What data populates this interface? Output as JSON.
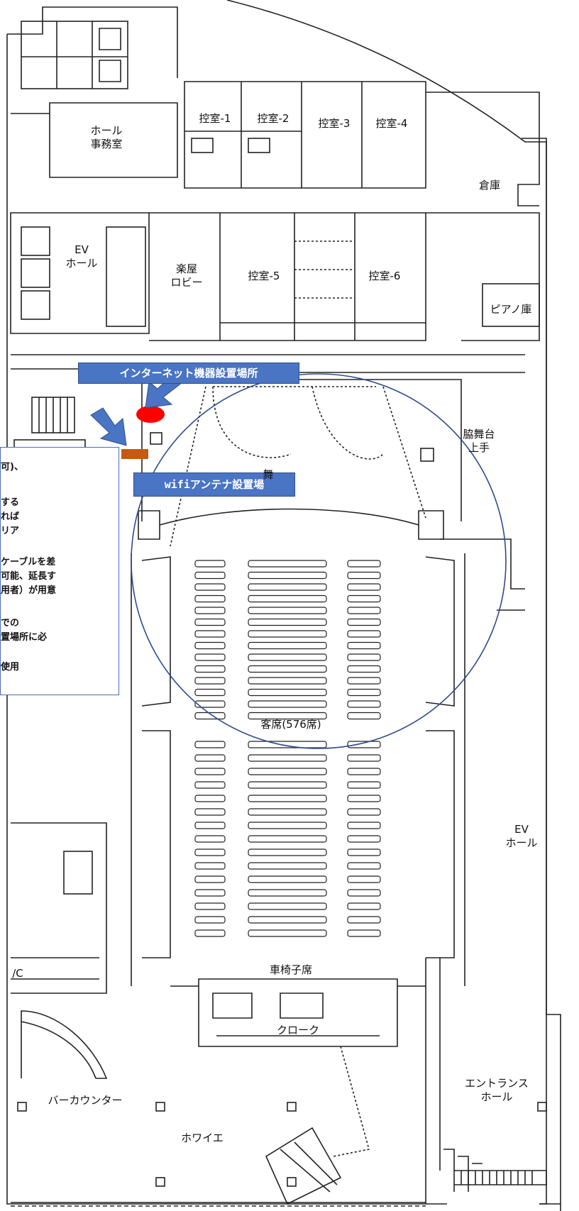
{
  "rooms": {
    "hall_office": "ホール\n事務室",
    "hikae1": "控室-1",
    "hikae2": "控室-2",
    "hikae3": "控室-3",
    "hikae4": "控室-4",
    "soko": "倉庫",
    "ev_hall_left": "EV\nホール",
    "gakuya_lobby": "楽屋\nロビー",
    "hikae5": "控室-5",
    "hikae6": "控室-6",
    "piano": "ピアノ庫",
    "wakibutai": "脇舞台\n上手",
    "seats": "客席(576席)",
    "ev_hall_right": "EV\nホール",
    "wheelchair": "車椅子席",
    "cloak": "クローク",
    "wc": "/C",
    "bar_counter": "バーカウンター",
    "entrance_hall": "エントランス\nホール",
    "foyer": "ホワイエ",
    "stage_fragment": "舞"
  },
  "labels": {
    "internet_device": "インターネット機器設置場所",
    "wifi_antenna": "wifiアンテナ設置場"
  },
  "callout_lines": [
    "可)、",
    "",
    "する",
    "れば",
    "リア",
    "",
    "ケーブルを差",
    "可能、延長す",
    "用者）が用意",
    "",
    "での",
    "置場所に必",
    "",
    "使用"
  ],
  "colors": {
    "label_blue": "#4a74c4",
    "arrow_blue": "#4a74c4",
    "circle_outline": "#2e4b8f",
    "marker_red": "#ff0000",
    "marker_orange": "#c55a11"
  }
}
